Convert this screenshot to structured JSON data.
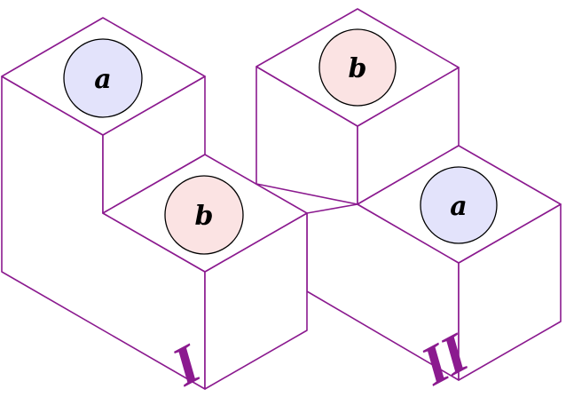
{
  "colors": {
    "edge": "#8b1a8f",
    "ball_a": "#e3e3fb",
    "ball_b": "#fbe3e3",
    "numeral": "#8b1a8f"
  },
  "blocks": [
    {
      "numeral": "I",
      "balls": [
        {
          "label": "a",
          "tier": "upper",
          "fill": "#e3e3fb"
        },
        {
          "label": "b",
          "tier": "lower",
          "fill": "#fbe3e3"
        }
      ]
    },
    {
      "numeral": "II",
      "balls": [
        {
          "label": "b",
          "tier": "upper",
          "fill": "#fbe3e3"
        },
        {
          "label": "a",
          "tier": "lower",
          "fill": "#e3e3fb"
        }
      ]
    }
  ]
}
